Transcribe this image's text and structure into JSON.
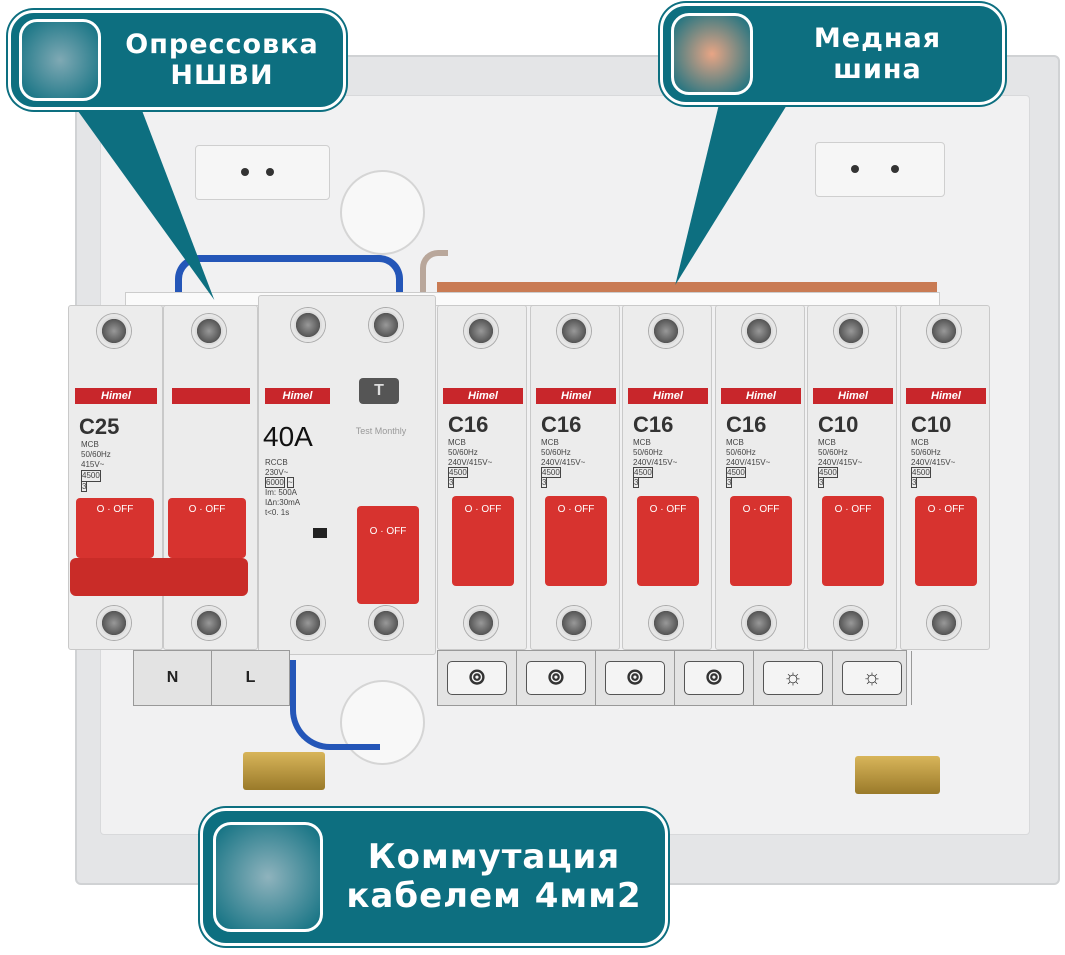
{
  "callouts": {
    "crimping": {
      "line1": "Опрессовка",
      "line2": "НШВИ",
      "icon": "ferrule-icon"
    },
    "busbar": {
      "line1": "Медная",
      "line2": "шина",
      "icon": "copper-busbar-icon"
    },
    "cable": {
      "line1": "Коммутация",
      "line2": "кабелем 4мм2",
      "icon": "cable-icon"
    }
  },
  "brand": "Himel",
  "rcd": {
    "rating": "40A",
    "type": "RCCB",
    "voltage": "230V~",
    "breaking": "6000",
    "wave": "~",
    "im": "Im: 500A",
    "idn": "IΔn:30mA",
    "t": "t<0. 1s",
    "test_label": "Test Monthly",
    "test_button": "T",
    "off": "O · OFF"
  },
  "main_breaker": {
    "rating": "C25",
    "type": "MCB",
    "freq": "50/60Hz",
    "voltage": "415V~",
    "breaking": "4500",
    "cls": "3",
    "off": "O · OFF"
  },
  "breakers": [
    {
      "rating": "C16",
      "type": "MCB",
      "freq": "50/60Hz",
      "voltage": "240V/415V~",
      "breaking": "4500",
      "cls": "3",
      "off": "O · OFF",
      "label_icon": "socket-icon"
    },
    {
      "rating": "C16",
      "type": "MCB",
      "freq": "50/60Hz",
      "voltage": "240V/415V~",
      "breaking": "4500",
      "cls": "3",
      "off": "O · OFF",
      "label_icon": "socket-icon"
    },
    {
      "rating": "C16",
      "type": "MCB",
      "freq": "50/60Hz",
      "voltage": "240V/415V~",
      "breaking": "4500",
      "cls": "3",
      "off": "O · OFF",
      "label_icon": "socket-icon"
    },
    {
      "rating": "C16",
      "type": "MCB",
      "freq": "50/60Hz",
      "voltage": "240V/415V~",
      "breaking": "4500",
      "cls": "3",
      "off": "O · OFF",
      "label_icon": "socket-icon"
    },
    {
      "rating": "C10",
      "type": "MCB",
      "freq": "50/60Hz",
      "voltage": "240V/415V~",
      "breaking": "4500",
      "cls": "3",
      "off": "O · OFF",
      "label_icon": "light-bulb-icon"
    },
    {
      "rating": "C10",
      "type": "MCB",
      "freq": "50/60Hz",
      "voltage": "240V/415V~",
      "breaking": "4500",
      "cls": "3",
      "off": "O · OFF",
      "label_icon": "light-bulb-icon"
    }
  ],
  "strip": {
    "n": "N",
    "l": "L"
  },
  "colors": {
    "callout": "#0d6f80",
    "lever": "#d7332f",
    "brand": "#c8262b"
  }
}
